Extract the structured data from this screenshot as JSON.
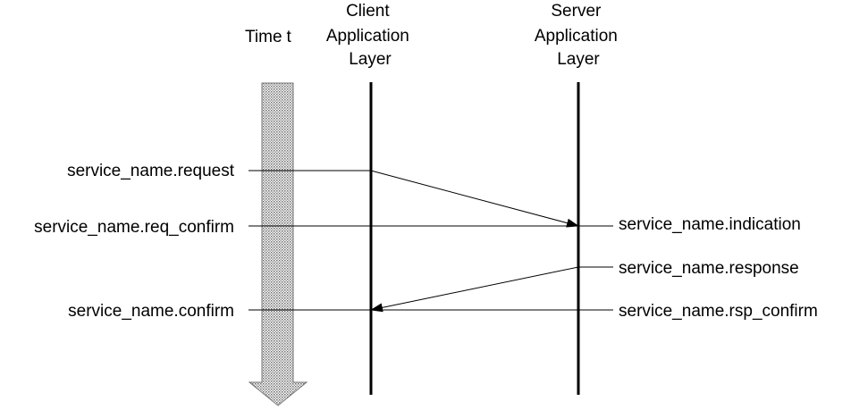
{
  "time_axis": {
    "label": "Time",
    "variable": "t"
  },
  "lanes": {
    "client": {
      "title_lines": [
        "Client",
        "Application",
        "Layer"
      ]
    },
    "server": {
      "title_lines": [
        "Server",
        "Application",
        "Layer"
      ]
    }
  },
  "primitives": {
    "client": [
      "service_name.request",
      "service_name.req_confirm",
      "service_name.confirm"
    ],
    "server": [
      "service_name.indication",
      "service_name.response",
      "service_name.rsp_confirm"
    ]
  }
}
